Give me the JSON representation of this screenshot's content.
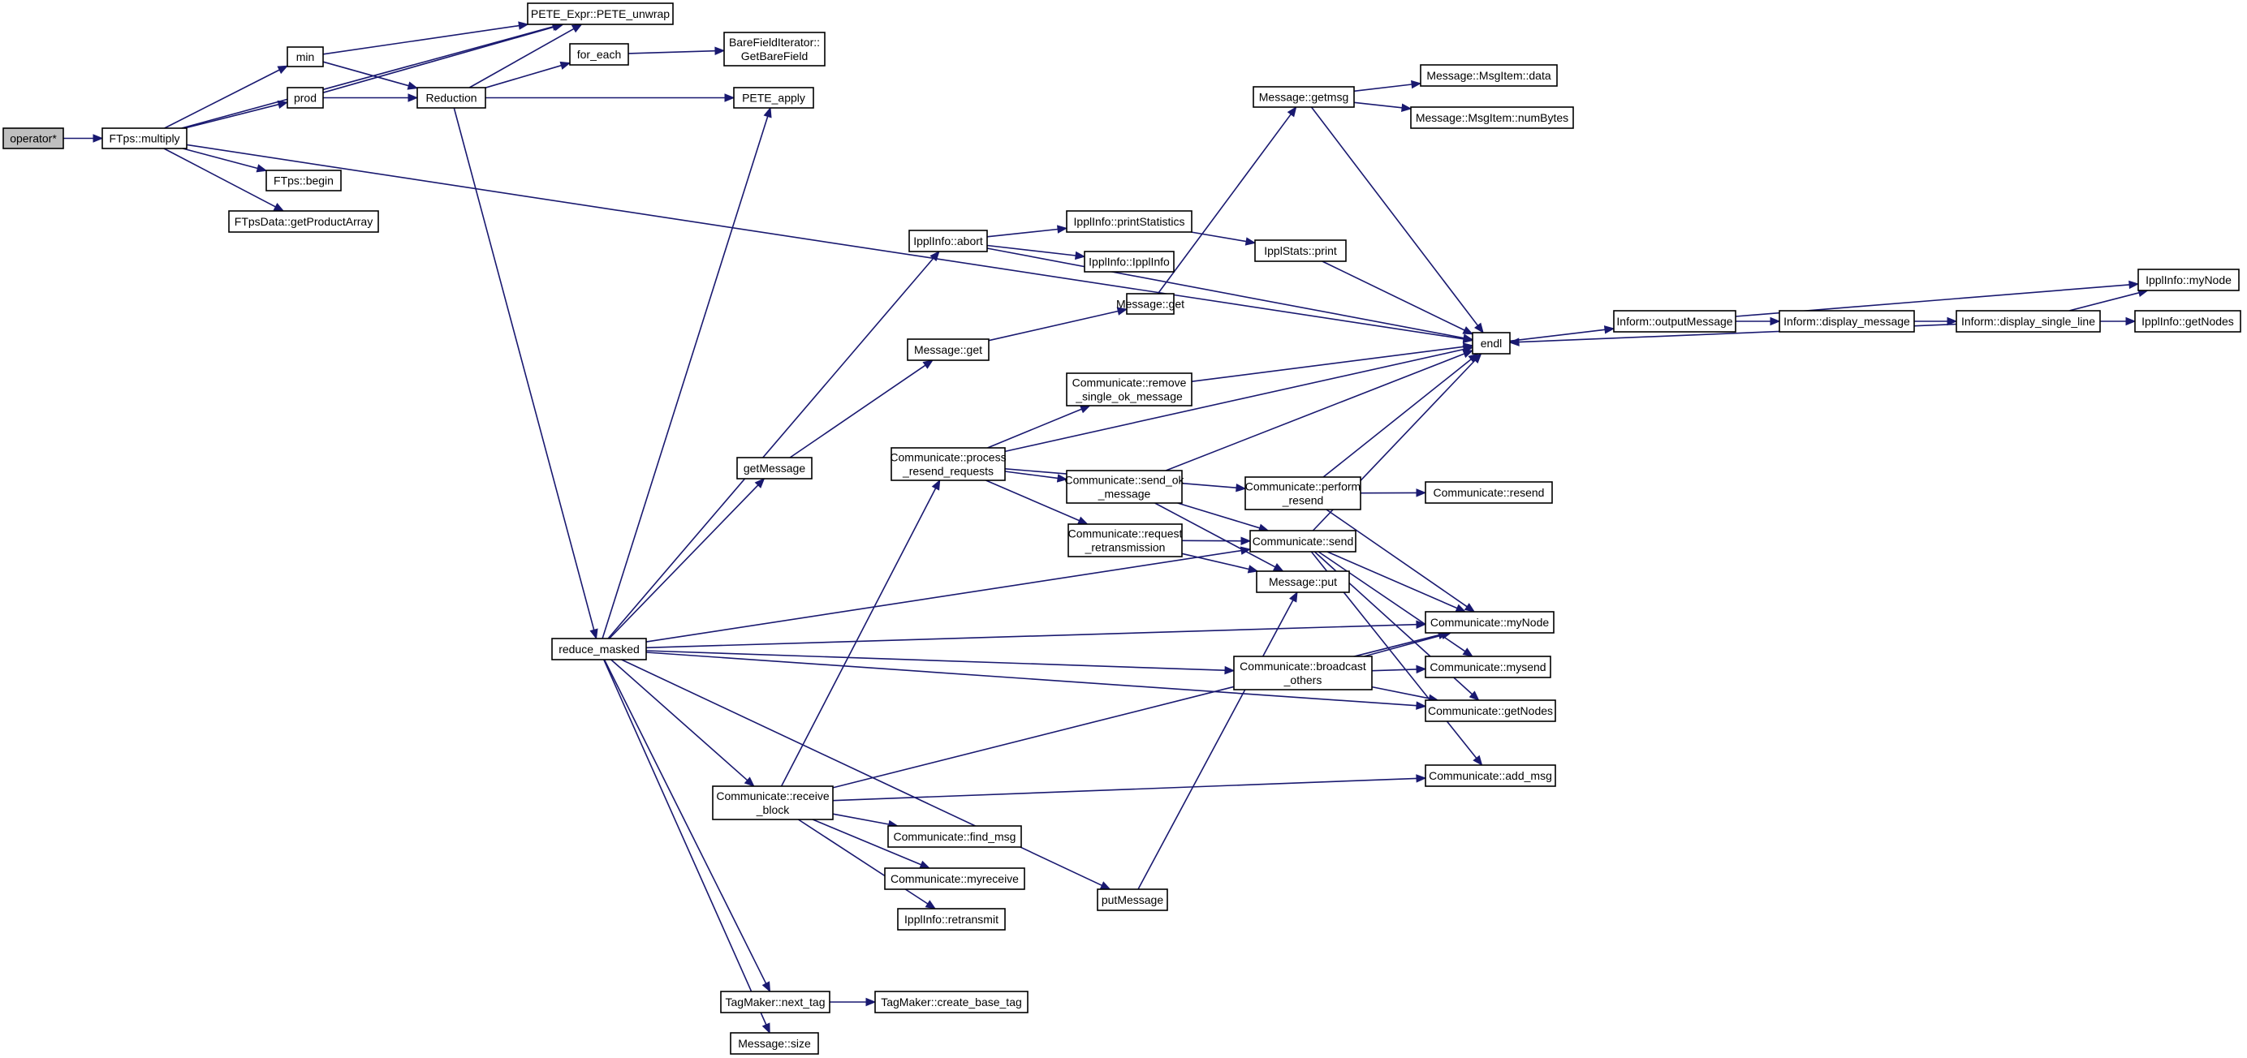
{
  "nodes": [
    {
      "id": "operator_star",
      "name": "node-operator-star",
      "lines": [
        "operator*"
      ],
      "root": true
    },
    {
      "id": "ftps_multiply",
      "name": "node-ftps-multiply",
      "lines": [
        "FTps::multiply"
      ]
    },
    {
      "id": "min",
      "name": "node-min",
      "lines": [
        "min"
      ]
    },
    {
      "id": "prod",
      "name": "node-prod",
      "lines": [
        "prod"
      ]
    },
    {
      "id": "pete_unwrap",
      "name": "node-pete-expr-unwrap",
      "lines": [
        "PETE_Expr::PETE_unwrap"
      ]
    },
    {
      "id": "reduction",
      "name": "node-reduction",
      "lines": [
        "Reduction"
      ]
    },
    {
      "id": "for_each",
      "name": "node-for-each",
      "lines": [
        "for_each"
      ]
    },
    {
      "id": "getbarefield",
      "name": "node-barefielditerator-getbarefield",
      "lines": [
        "BareFieldIterator::",
        "GetBareField"
      ]
    },
    {
      "id": "pete_apply",
      "name": "node-pete-apply",
      "lines": [
        "PETE_apply"
      ]
    },
    {
      "id": "ftps_begin",
      "name": "node-ftps-begin",
      "lines": [
        "FTps::begin"
      ]
    },
    {
      "id": "getproductarray",
      "name": "node-ftpsdata-getproductarray",
      "lines": [
        "FTpsData::getProductArray"
      ]
    },
    {
      "id": "reduce_masked",
      "name": "node-reduce-masked",
      "lines": [
        "reduce_masked"
      ]
    },
    {
      "id": "getmessage",
      "name": "node-getmessage",
      "lines": [
        "getMessage"
      ]
    },
    {
      "id": "ippl_abort",
      "name": "node-ipplinfo-abort",
      "lines": [
        "IpplInfo::abort"
      ]
    },
    {
      "id": "msg_get1",
      "name": "node-message-get-1",
      "lines": [
        "Message::get"
      ]
    },
    {
      "id": "msg_get2",
      "name": "node-message-get-2",
      "lines": [
        "Message::get"
      ]
    },
    {
      "id": "msg_getmsg",
      "name": "node-message-getmsg",
      "lines": [
        "Message::getmsg"
      ]
    },
    {
      "id": "msgitem_data",
      "name": "node-msgitem-data",
      "lines": [
        "Message::MsgItem::data"
      ]
    },
    {
      "id": "msgitem_numbytes",
      "name": "node-msgitem-numbytes",
      "lines": [
        "Message::MsgItem::numBytes"
      ]
    },
    {
      "id": "printstats",
      "name": "node-ipplinfo-printstatistics",
      "lines": [
        "IpplInfo::printStatistics"
      ]
    },
    {
      "id": "ipplinfo_ctor",
      "name": "node-ipplinfo-ipplinfo",
      "lines": [
        "IpplInfo::IpplInfo"
      ]
    },
    {
      "id": "ipplstats_print",
      "name": "node-ipplstats-print",
      "lines": [
        "IpplStats::print"
      ]
    },
    {
      "id": "endl",
      "name": "node-endl",
      "lines": [
        "endl"
      ]
    },
    {
      "id": "outputmessage",
      "name": "node-inform-outputmessage",
      "lines": [
        "Inform::outputMessage"
      ]
    },
    {
      "id": "display_message",
      "name": "node-inform-display-message",
      "lines": [
        "Inform::display_message"
      ]
    },
    {
      "id": "display_single_line",
      "name": "node-inform-display-single-line",
      "lines": [
        "Inform::display_single_line"
      ]
    },
    {
      "id": "ipplinfo_mynode",
      "name": "node-ipplinfo-mynode",
      "lines": [
        "IpplInfo::myNode"
      ]
    },
    {
      "id": "ipplinfo_getnodes",
      "name": "node-ipplinfo-getnodes",
      "lines": [
        "IpplInfo::getNodes"
      ]
    },
    {
      "id": "remove_ok",
      "name": "node-communicate-remove-single-ok-message",
      "lines": [
        "Communicate::remove",
        "_single_ok_message"
      ]
    },
    {
      "id": "process_resend",
      "name": "node-communicate-process-resend-requests",
      "lines": [
        "Communicate::process",
        "_resend_requests"
      ]
    },
    {
      "id": "send_ok",
      "name": "node-communicate-send-ok-message",
      "lines": [
        "Communicate::send_ok",
        "_message"
      ]
    },
    {
      "id": "perform_resend",
      "name": "node-communicate-perform-resend",
      "lines": [
        "Communicate::perform",
        "_resend"
      ]
    },
    {
      "id": "comm_resend",
      "name": "node-communicate-resend",
      "lines": [
        "Communicate::resend"
      ]
    },
    {
      "id": "request_retrans",
      "name": "node-communicate-request-retransmission",
      "lines": [
        "Communicate::request",
        "_retransmission"
      ]
    },
    {
      "id": "comm_send",
      "name": "node-communicate-send",
      "lines": [
        "Communicate::send"
      ]
    },
    {
      "id": "msg_put",
      "name": "node-message-put",
      "lines": [
        "Message::put"
      ]
    },
    {
      "id": "comm_mynode",
      "name": "node-communicate-mynode",
      "lines": [
        "Communicate::myNode"
      ]
    },
    {
      "id": "comm_mysend",
      "name": "node-communicate-mysend",
      "lines": [
        "Communicate::mysend"
      ]
    },
    {
      "id": "broadcast_others",
      "name": "node-communicate-broadcast-others",
      "lines": [
        "Communicate::broadcast",
        "_others"
      ]
    },
    {
      "id": "comm_getnodes",
      "name": "node-communicate-getnodes",
      "lines": [
        "Communicate::getNodes"
      ]
    },
    {
      "id": "comm_add_msg",
      "name": "node-communicate-add-msg",
      "lines": [
        "Communicate::add_msg"
      ]
    },
    {
      "id": "receive_block",
      "name": "node-communicate-receive-block",
      "lines": [
        "Communicate::receive",
        "_block"
      ]
    },
    {
      "id": "find_msg",
      "name": "node-communicate-find-msg",
      "lines": [
        "Communicate::find_msg"
      ]
    },
    {
      "id": "myreceive",
      "name": "node-communicate-myreceive",
      "lines": [
        "Communicate::myreceive"
      ]
    },
    {
      "id": "retransmit",
      "name": "node-ipplinfo-retransmit",
      "lines": [
        "IpplInfo::retransmit"
      ]
    },
    {
      "id": "putmessage",
      "name": "node-putmessage",
      "lines": [
        "putMessage"
      ]
    },
    {
      "id": "next_tag",
      "name": "node-tagmaker-next-tag",
      "lines": [
        "TagMaker::next_tag"
      ]
    },
    {
      "id": "create_base_tag",
      "name": "node-tagmaker-create-base-tag",
      "lines": [
        "TagMaker::create_base_tag"
      ]
    },
    {
      "id": "msg_size",
      "name": "node-message-size",
      "lines": [
        "Message::size"
      ]
    }
  ],
  "edges": [
    [
      "operator_star",
      "ftps_multiply"
    ],
    [
      "ftps_multiply",
      "min"
    ],
    [
      "ftps_multiply",
      "prod"
    ],
    [
      "ftps_multiply",
      "pete_unwrap"
    ],
    [
      "ftps_multiply",
      "ftps_begin"
    ],
    [
      "ftps_multiply",
      "getproductarray"
    ],
    [
      "ftps_multiply",
      "endl"
    ],
    [
      "min",
      "pete_unwrap"
    ],
    [
      "min",
      "reduction"
    ],
    [
      "prod",
      "pete_unwrap"
    ],
    [
      "prod",
      "reduction"
    ],
    [
      "reduction",
      "pete_unwrap"
    ],
    [
      "reduction",
      "for_each"
    ],
    [
      "reduction",
      "pete_apply"
    ],
    [
      "reduction",
      "reduce_masked"
    ],
    [
      "for_each",
      "getbarefield"
    ],
    [
      "reduce_masked",
      "pete_apply"
    ],
    [
      "reduce_masked",
      "ippl_abort"
    ],
    [
      "reduce_masked",
      "getmessage"
    ],
    [
      "reduce_masked",
      "comm_send"
    ],
    [
      "reduce_masked",
      "comm_mynode"
    ],
    [
      "reduce_masked",
      "broadcast_others"
    ],
    [
      "reduce_masked",
      "comm_getnodes"
    ],
    [
      "reduce_masked",
      "receive_block"
    ],
    [
      "reduce_masked",
      "putmessage"
    ],
    [
      "reduce_masked",
      "next_tag"
    ],
    [
      "reduce_masked",
      "msg_size"
    ],
    [
      "ippl_abort",
      "endl"
    ],
    [
      "ippl_abort",
      "printstats"
    ],
    [
      "ippl_abort",
      "ipplinfo_ctor"
    ],
    [
      "printstats",
      "ipplstats_print"
    ],
    [
      "ipplstats_print",
      "endl"
    ],
    [
      "getmessage",
      "msg_get2"
    ],
    [
      "msg_get2",
      "msg_get1"
    ],
    [
      "msg_get1",
      "msg_getmsg"
    ],
    [
      "msg_getmsg",
      "msgitem_data"
    ],
    [
      "msg_getmsg",
      "msgitem_numbytes"
    ],
    [
      "msg_getmsg",
      "endl"
    ],
    [
      "endl",
      "outputmessage"
    ],
    [
      "outputmessage",
      "display_message"
    ],
    [
      "outputmessage",
      "ipplinfo_mynode"
    ],
    [
      "display_message",
      "display_single_line"
    ],
    [
      "display_single_line",
      "ipplinfo_mynode"
    ],
    [
      "display_single_line",
      "ipplinfo_getnodes"
    ],
    [
      "display_single_line",
      "endl"
    ],
    [
      "process_resend",
      "endl"
    ],
    [
      "process_resend",
      "remove_ok"
    ],
    [
      "process_resend",
      "send_ok"
    ],
    [
      "process_resend",
      "perform_resend"
    ],
    [
      "process_resend",
      "request_retrans"
    ],
    [
      "remove_ok",
      "endl"
    ],
    [
      "send_ok",
      "endl"
    ],
    [
      "send_ok",
      "comm_send"
    ],
    [
      "send_ok",
      "msg_put"
    ],
    [
      "perform_resend",
      "endl"
    ],
    [
      "perform_resend",
      "comm_resend"
    ],
    [
      "perform_resend",
      "comm_mynode"
    ],
    [
      "request_retrans",
      "comm_send"
    ],
    [
      "request_retrans",
      "msg_put"
    ],
    [
      "comm_send",
      "endl"
    ],
    [
      "comm_send",
      "comm_mynode"
    ],
    [
      "comm_send",
      "comm_mysend"
    ],
    [
      "comm_send",
      "comm_getnodes"
    ],
    [
      "comm_send",
      "comm_add_msg"
    ],
    [
      "broadcast_others",
      "comm_mynode"
    ],
    [
      "broadcast_others",
      "comm_mysend"
    ],
    [
      "broadcast_others",
      "comm_getnodes"
    ],
    [
      "receive_block",
      "process_resend"
    ],
    [
      "receive_block",
      "comm_mynode"
    ],
    [
      "receive_block",
      "comm_add_msg"
    ],
    [
      "receive_block",
      "find_msg"
    ],
    [
      "receive_block",
      "myreceive"
    ],
    [
      "receive_block",
      "retransmit"
    ],
    [
      "putmessage",
      "msg_put"
    ],
    [
      "next_tag",
      "create_base_tag"
    ]
  ]
}
